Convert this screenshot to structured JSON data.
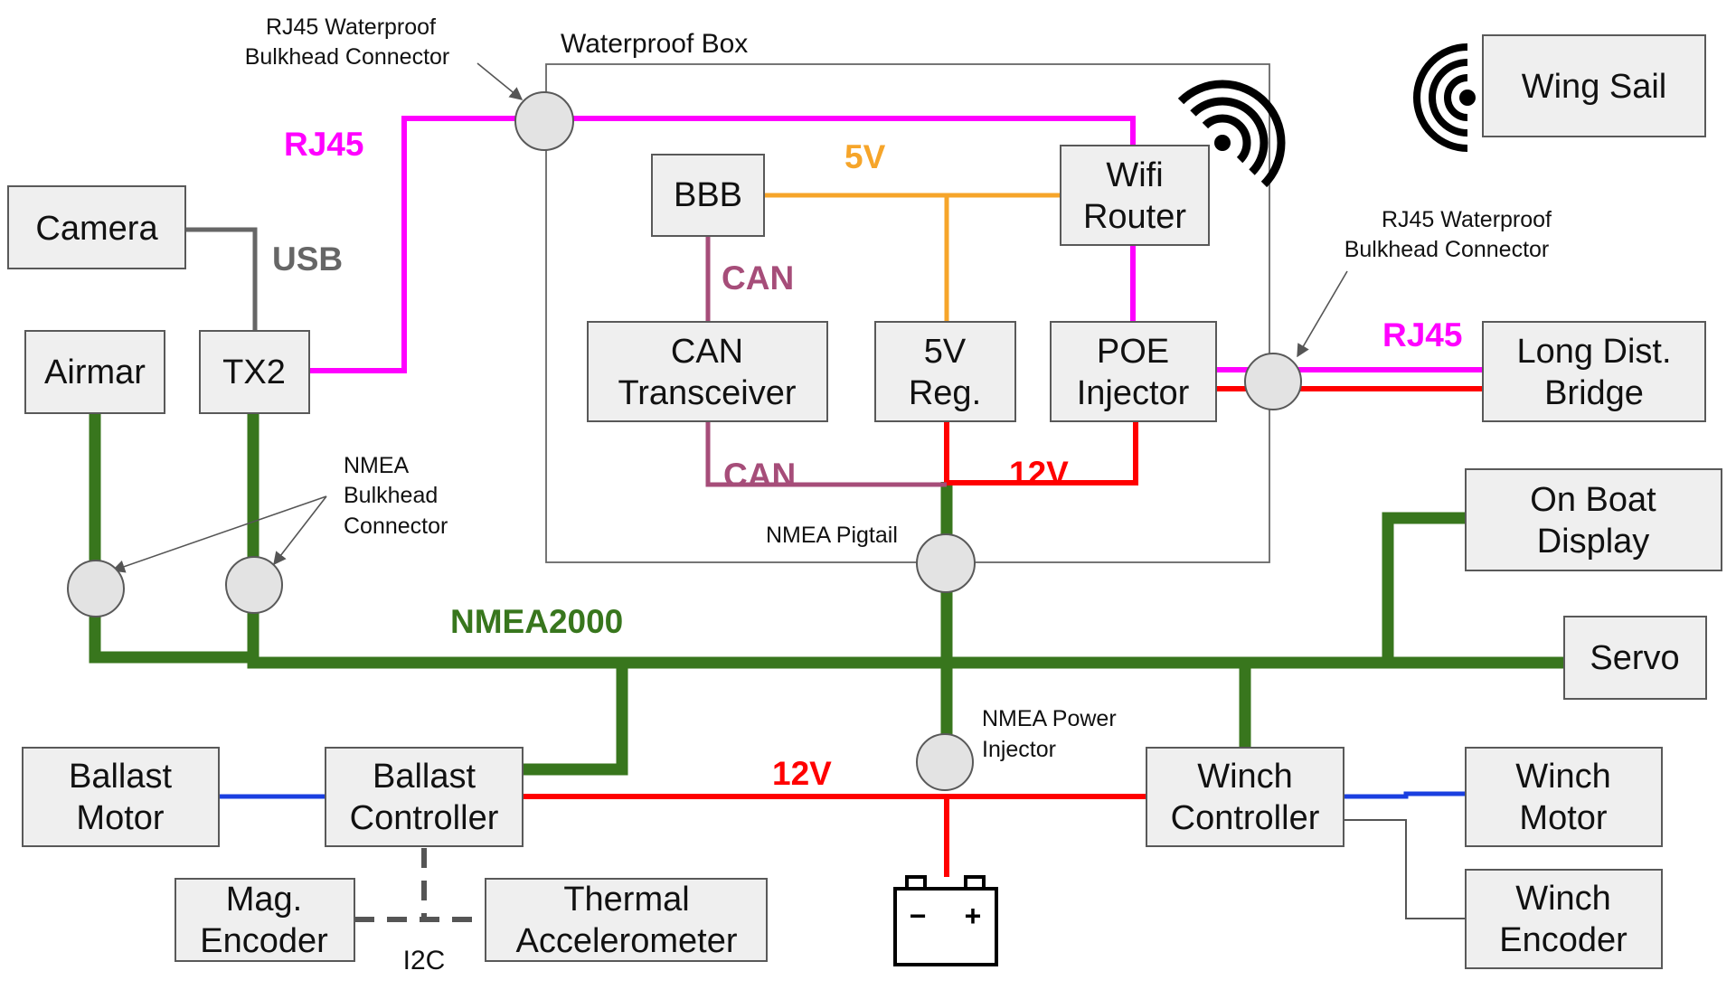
{
  "diagram": {
    "annotations": {
      "waterproof_box": "Waterproof Box",
      "rj45_bulkhead_top_1": "RJ45 Waterproof",
      "rj45_bulkhead_top_2": "Bulkhead Connector",
      "rj45_bulkhead_right_1": "RJ45 Waterproof",
      "rj45_bulkhead_right_2": "Bulkhead Connector",
      "nmea_bulkhead_1": "NMEA",
      "nmea_bulkhead_2": "Bulkhead",
      "nmea_bulkhead_3": "Connector",
      "nmea_pigtail": "NMEA Pigtail",
      "nmea_power_injector_1": "NMEA Power",
      "nmea_power_injector_2": "Injector",
      "i2c": "I2C"
    },
    "wire_labels": {
      "rj45_left": "RJ45",
      "rj45_right": "RJ45",
      "usb": "USB",
      "five_v": "5V",
      "can_top": "CAN",
      "can_bottom": "CAN",
      "twelve_v_box": "12V",
      "twelve_v_bus": "12V",
      "nmea2000": "NMEA2000"
    },
    "components": {
      "camera": [
        "Camera"
      ],
      "airmar": [
        "Airmar"
      ],
      "tx2": [
        "TX2"
      ],
      "bbb": [
        "BBB"
      ],
      "wifi_router": [
        "Wifi",
        "Router"
      ],
      "can_transceiver": [
        "CAN",
        "Transceiver"
      ],
      "five_v_reg": [
        "5V",
        "Reg."
      ],
      "poe_injector": [
        "POE",
        "Injector"
      ],
      "wing_sail": [
        "Wing Sail"
      ],
      "long_dist_bridge": [
        "Long Dist.",
        "Bridge"
      ],
      "on_boat_display": [
        "On Boat",
        "Display"
      ],
      "servo": [
        "Servo"
      ],
      "ballast_motor": [
        "Ballast",
        "Motor"
      ],
      "ballast_controller": [
        "Ballast",
        "Controller"
      ],
      "mag_encoder": [
        "Mag.",
        "Encoder"
      ],
      "thermal_accelerometer": [
        "Thermal",
        "Accelerometer"
      ],
      "winch_controller": [
        "Winch",
        "Controller"
      ],
      "winch_motor": [
        "Winch",
        "Motor"
      ],
      "winch_encoder": [
        "Winch",
        "Encoder"
      ]
    },
    "battery": {
      "minus": "−",
      "plus": "+"
    },
    "colors": {
      "nmea2000": "#38761d",
      "rj45": "#ff00ff",
      "twelve_v": "#ff0000",
      "five_v": "#f6a52a",
      "can": "#a64d79",
      "usb": "#666666",
      "motor_wire": "#1a3fe0"
    },
    "icons": [
      "wifi-signal-icon",
      "wireless-signal-icon",
      "battery-icon"
    ]
  }
}
